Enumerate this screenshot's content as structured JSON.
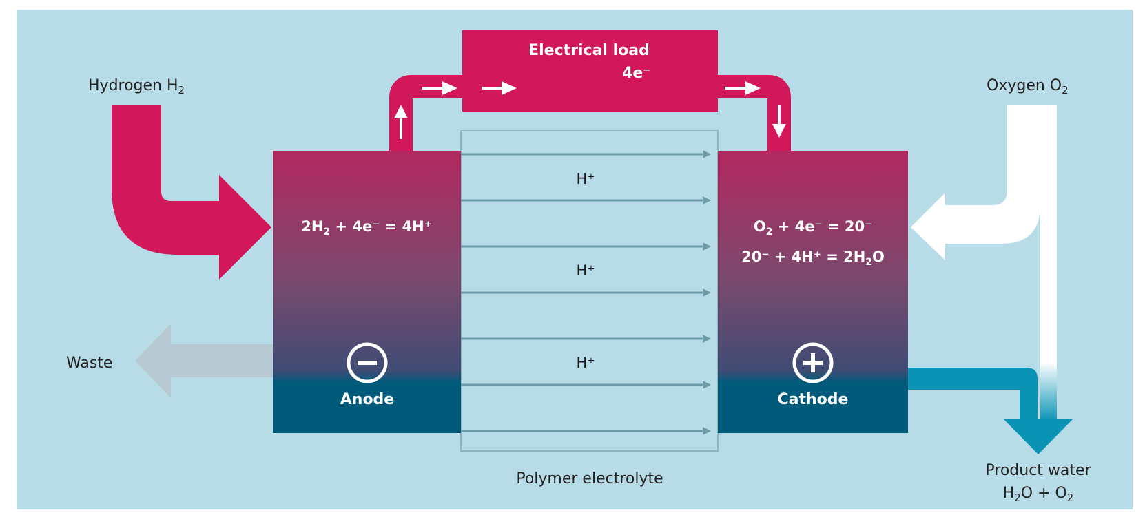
{
  "inputs": {
    "hydrogen": {
      "label": "Hydrogen H",
      "sub": "2"
    },
    "oxygen": {
      "label": "Oxygen O",
      "sub": "2"
    }
  },
  "load": {
    "title": "Electrical load",
    "electrons": "4e⁻"
  },
  "anode": {
    "label": "Anode",
    "equation": {
      "a": "2H",
      "a_sub": "2",
      "b": " + 4e⁻ = 4H⁺"
    }
  },
  "cathode": {
    "label": "Cathode",
    "equation1": {
      "a": "O",
      "a_sub": "2",
      "b": " + 4e⁻ = 20⁻"
    },
    "equation2": {
      "a": "20⁻ + 4H⁺ = 2H",
      "a_sub": "2",
      "b": "O"
    }
  },
  "electrolyte": {
    "label": "Polymer electrolyte",
    "protons": [
      "H⁺",
      "H⁺",
      "H⁺"
    ]
  },
  "outputs": {
    "waste": {
      "label": "Waste"
    },
    "product": {
      "line1": "Product water",
      "line2": {
        "a": "H",
        "a_sub": "2",
        "b": "O + O",
        "c_sub": "2"
      }
    }
  },
  "colors": {
    "background": "#b8dce7",
    "magenta": "#d2175a",
    "teal": "#005a7a",
    "cyan_water": "#0a93b5",
    "waste_grey": "#b7c9d2",
    "arrow_line": "#6b9aa8"
  }
}
